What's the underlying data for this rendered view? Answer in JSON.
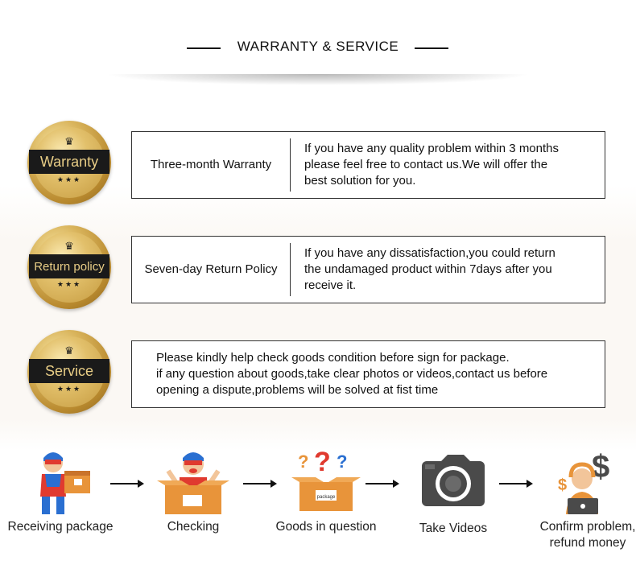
{
  "header": {
    "title": "WARRANTY & SERVICE"
  },
  "rows": [
    {
      "badge": "Warranty",
      "label": "Three-month Warranty",
      "desc": [
        "If you have any quality problem within 3 months",
        "please feel free to contact us.We will offer the",
        "best solution for you."
      ]
    },
    {
      "badge": "Return policy",
      "label": "Seven-day Return Policy",
      "desc": [
        "If you have any dissatisfaction,you could return",
        "the undamaged product within 7days after you",
        "receive it."
      ]
    },
    {
      "badge": "Service",
      "desc": [
        "Please kindly help check goods condition before sign for package.",
        "if any question about goods,take clear photos or videos,contact us before",
        "opening a dispute,problems will be solved at fist time"
      ]
    }
  ],
  "steps": [
    {
      "caption": [
        "Receiving package"
      ],
      "icon": "courier-with-box-icon"
    },
    {
      "caption": [
        "Checking"
      ],
      "icon": "person-in-box-icon"
    },
    {
      "caption": [
        "Goods in question"
      ],
      "icon": "box-question-marks-icon",
      "box_text": "package"
    },
    {
      "caption": [
        "Take Videos"
      ],
      "icon": "camera-icon"
    },
    {
      "caption": [
        "Confirm problem,",
        "refund money"
      ],
      "icon": "support-agent-money-icon"
    }
  ],
  "colors": {
    "gold": "#c9a04a",
    "band": "#1a1a1a",
    "orange": "#e8943a",
    "red": "#e03a2f",
    "blue": "#2a6fd1"
  }
}
